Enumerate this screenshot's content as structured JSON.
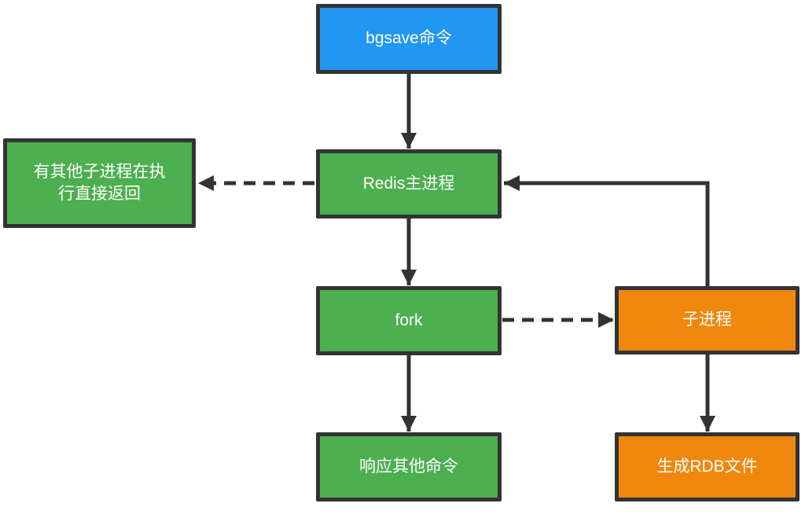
{
  "diagram": {
    "nodes": {
      "bgsave": {
        "label": "bgsave命令",
        "color": "#2196F3"
      },
      "redis_main": {
        "label": "Redis主进程",
        "color": "#4CAF50"
      },
      "busy_return": {
        "label": "有其他子进程在执\n行直接返回",
        "color": "#4CAF50"
      },
      "fork": {
        "label": "fork",
        "color": "#4CAF50"
      },
      "child": {
        "label": "子进程",
        "color": "#F0870D"
      },
      "respond": {
        "label": "响应其他命令",
        "color": "#4CAF50"
      },
      "rdb": {
        "label": "生成RDB文件",
        "color": "#F0870D"
      }
    },
    "edges": [
      {
        "from": "bgsave",
        "to": "redis_main",
        "style": "solid"
      },
      {
        "from": "redis_main",
        "to": "busy_return",
        "style": "dashed"
      },
      {
        "from": "redis_main",
        "to": "fork",
        "style": "solid"
      },
      {
        "from": "fork",
        "to": "child",
        "style": "dashed"
      },
      {
        "from": "fork",
        "to": "respond",
        "style": "solid"
      },
      {
        "from": "child",
        "to": "rdb",
        "style": "solid"
      },
      {
        "from": "child",
        "to": "redis_main",
        "style": "solid"
      }
    ],
    "colors": {
      "line": "#333333",
      "node_border": "#333333",
      "node_text": "#FFFFFF",
      "background": "#FFFFFF"
    }
  }
}
